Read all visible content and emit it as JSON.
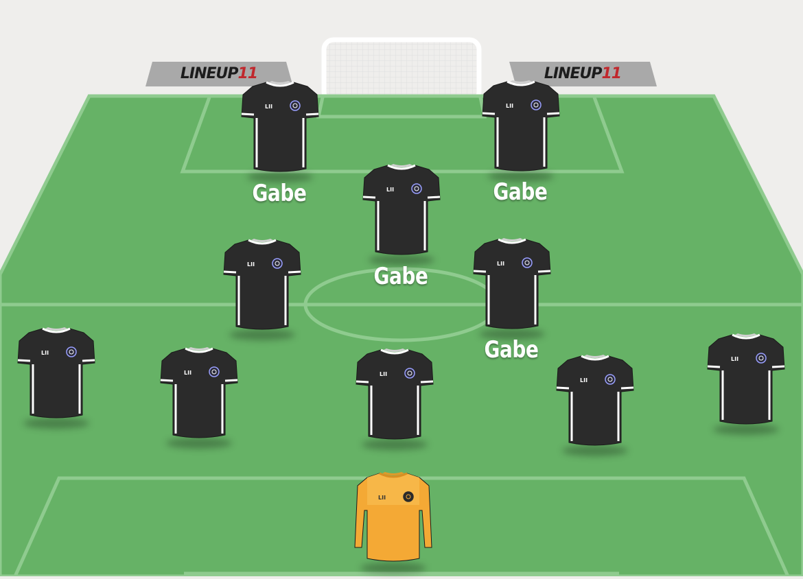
{
  "sponsor": {
    "text_main": "LINEUP",
    "text_num": "11"
  },
  "kit": {
    "badge_text": "LII",
    "outfield_color": "#2b2b2b",
    "outfield_trim": "#ffffff",
    "keeper_color": "#f4a935",
    "keeper_color_light": "#f7b84a",
    "pitch_color": "#66b266",
    "line_color": "#8fcb8f"
  },
  "players": [
    {
      "role": "forward",
      "name": "Gabe"
    },
    {
      "role": "forward",
      "name": "Gabe"
    },
    {
      "role": "attacking-mid",
      "name": "Gabe"
    },
    {
      "role": "central-mid",
      "name": ""
    },
    {
      "role": "central-mid",
      "name": "Gabe"
    },
    {
      "role": "defender",
      "name": ""
    },
    {
      "role": "defender",
      "name": ""
    },
    {
      "role": "defender",
      "name": ""
    },
    {
      "role": "defender",
      "name": ""
    },
    {
      "role": "defender",
      "name": ""
    },
    {
      "role": "goalkeeper",
      "name": ""
    }
  ]
}
